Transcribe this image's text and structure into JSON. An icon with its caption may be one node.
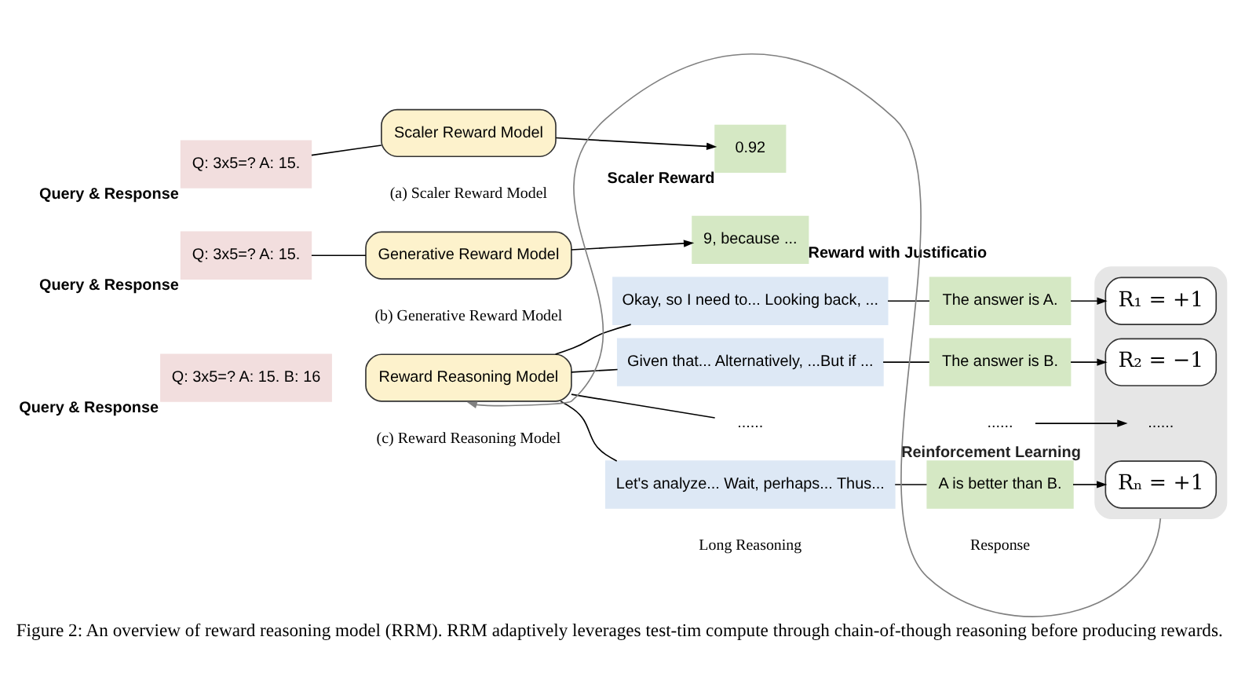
{
  "diagram": {
    "caption": "Figure 2: An overview of reward reasoning model (RRM). RRM adaptively leverages test-tim compute through chain-of-though reasoning before producing rewards.",
    "nodes": [
      {
        "text": [
          "Q: 3x5=? A: 15."
        ],
        "beside": [
          "Query & Response"
        ]
      },
      {
        "text": [
          "Scaler Reward Model"
        ]
      },
      {
        "text": [
          "0.92"
        ],
        "beside": [
          "Scaler Reward"
        ]
      },
      {
        "text": [
          "Q: 3x5=? A: 15."
        ],
        "beside": [
          "Query & Response"
        ]
      },
      {
        "text": [
          "Generative Reward Model"
        ]
      },
      {
        "text": [
          "9, because ..."
        ],
        "beside": [
          "Reward with Justificatio"
        ]
      },
      {
        "text": [
          "Q: 3x5=? A: 15. B: 16"
        ],
        "beside": [
          "Query & Response"
        ]
      },
      {
        "text": [
          "Reward Reasoning Model"
        ]
      },
      {
        "text": [
          "Okay, so I need to... Looking back, ..."
        ]
      },
      {
        "text": [
          "Given that... Alternatively, ...But if ..."
        ]
      },
      {
        "text": [
          "......"
        ]
      },
      {
        "text": [
          "Let's analyze... Wait, perhaps... Thus..."
        ]
      },
      {
        "text": [
          "The answer is A."
        ]
      },
      {
        "text": [
          "The answer is B."
        ]
      },
      {
        "text": [
          "......"
        ]
      },
      {
        "text": [
          "A is better than B."
        ]
      },
      {
        "text": [],
        "shape": "box"
      },
      {
        "text": [
          "R₁ = +1"
        ],
        "in": 16
      },
      {
        "text": [
          "R₂ = −1"
        ],
        "in": 16
      },
      {
        "text": [
          "......"
        ],
        "in": 16
      },
      {
        "text": [
          "Rₙ = +1"
        ],
        "in": 16
      }
    ],
    "edges": [
      {
        "from": 0,
        "to": 1,
        "arrow": "none"
      },
      {
        "from": 1,
        "to": 2,
        "arrow": "to"
      },
      {
        "from": 3,
        "to": 4,
        "arrow": "none"
      },
      {
        "from": 4,
        "to": 5,
        "arrow": "to"
      },
      {
        "from": 7,
        "to": 8,
        "arrow": "none"
      },
      {
        "from": 7,
        "to": 9,
        "arrow": "none"
      },
      {
        "from": 7,
        "to": 10,
        "arrow": "none"
      },
      {
        "from": 7,
        "to": 11,
        "arrow": "none"
      },
      {
        "from": 8,
        "to": 12,
        "arrow": "none"
      },
      {
        "from": 9,
        "to": 13,
        "arrow": "none"
      },
      {
        "from": 11,
        "to": 15,
        "arrow": "none"
      },
      {
        "from": 12,
        "to": 17,
        "arrow": "to"
      },
      {
        "from": 13,
        "to": 18,
        "arrow": "to"
      },
      {
        "from": 14,
        "to": 19,
        "arrow": "to"
      },
      {
        "from": 15,
        "to": 20,
        "arrow": "to"
      },
      {
        "from": 16,
        "to": 7,
        "arrow": "to",
        "label": "Reinforcement Learning",
        "color": "#808080"
      }
    ],
    "labels": [
      "(a) Scaler Reward Model",
      "(b) Generative Reward Model",
      "Long Reasoning",
      "Response",
      "(c) Reward Reasoning Model"
    ]
  }
}
